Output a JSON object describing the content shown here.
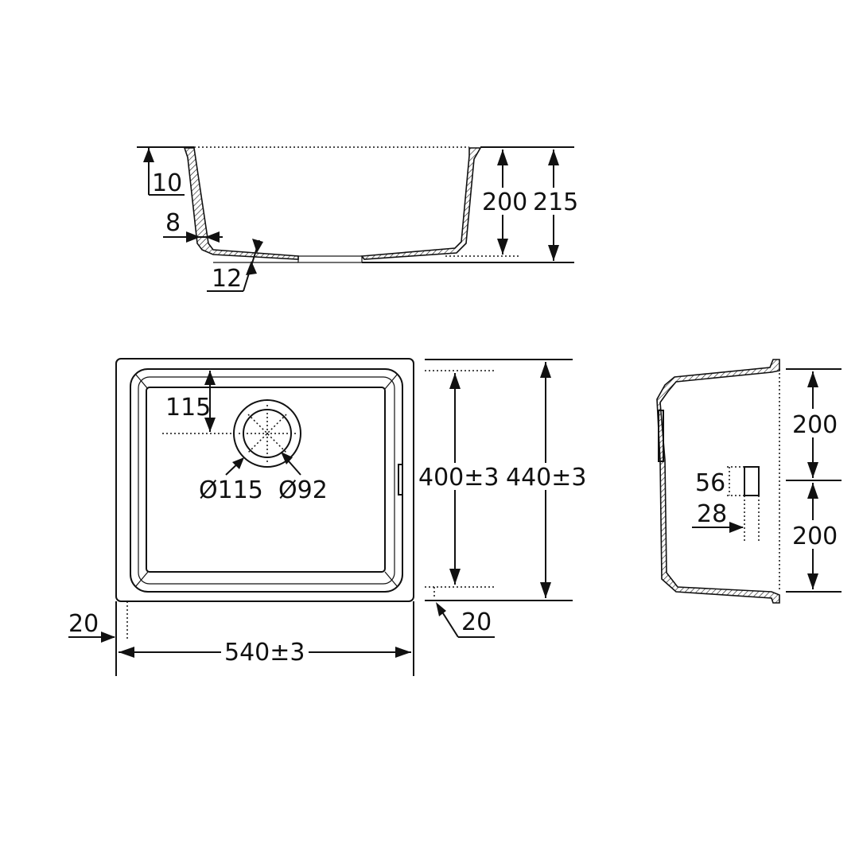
{
  "section_view": {
    "rim_height": "10",
    "wall_thickness": "8",
    "bottom_thickness": "12",
    "inner_depth": "200",
    "total_depth": "215"
  },
  "plan_view": {
    "drain_offset": "115",
    "drain_outer_diameter": "Ø115",
    "drain_inner_diameter": "Ø92",
    "inner_length": "400±3",
    "outer_length": "440±3",
    "left_margin": "20",
    "bottom_margin": "20",
    "outer_width": "540±3"
  },
  "side_view": {
    "upper_half": "200",
    "lower_half": "200",
    "overflow_height": "56",
    "overflow_width": "28"
  },
  "colors": {
    "line": "#111111",
    "background": "#ffffff"
  }
}
